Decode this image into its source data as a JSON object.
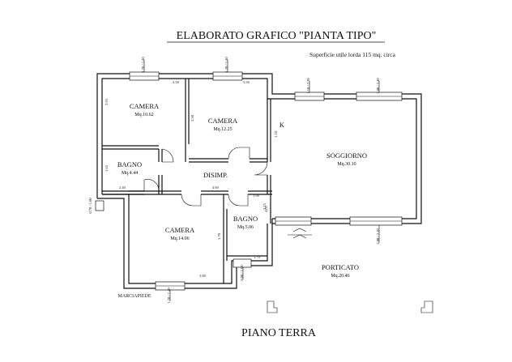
{
  "header": {
    "title": "ELABORATO GRAFICO \"PIANTA TIPO\"",
    "surface_note": "Superficie utile lorda 115 mq. circa"
  },
  "footer": {
    "floor_label": "PIANO TERRA",
    "sidewalk_label": "MARCIAPIEDE"
  },
  "rooms": [
    {
      "id": "camera1",
      "name": "CAMERA",
      "area": "Mq.10.62"
    },
    {
      "id": "camera2",
      "name": "CAMERA",
      "area": "Mq.12.25"
    },
    {
      "id": "soggiorno",
      "name": "SOGGIORNO",
      "area": "Mq.30.10"
    },
    {
      "id": "bagno1",
      "name": "BAGNO",
      "area": "Mq.4.44"
    },
    {
      "id": "disimp",
      "name": "DISIMP.",
      "area": ""
    },
    {
      "id": "camera3",
      "name": "CAMERA",
      "area": "Mq.14.06"
    },
    {
      "id": "bagno2",
      "name": "BAGNO",
      "area": "Mq.5.06"
    },
    {
      "id": "porticato",
      "name": "PORTICATO",
      "area": "Mq.20.46"
    }
  ],
  "marks": {
    "kitchen": "K"
  },
  "dimensions": {
    "win_top1": "1.20 / 1.40",
    "win_top2": "1.20 / 1.40",
    "win_top3": "1.10 / 2.20",
    "win_top4": "2.00 / 2.40",
    "win_bottom1": "2.00 / 2.20",
    "win_side": "0.70 / 1.00",
    "win_bath": "0.80 / 1.00",
    "win_cam3": "1.20 / 1.40",
    "w_cam1": "3.50",
    "w_cam2": "3.50",
    "h_cam1": "2.95",
    "h_cam2": "3.50",
    "h_bagno1": "1.65",
    "h_sogg": "4.05",
    "w_disimp": "4.60",
    "w_bagno1": "2.40",
    "w_bagno2": "1.90",
    "h_cam3": "3.70",
    "w_cam3": "3.80",
    "w_bagno2b": "1.70",
    "h_bagno2": "2.15",
    "h_k": "1.10"
  }
}
